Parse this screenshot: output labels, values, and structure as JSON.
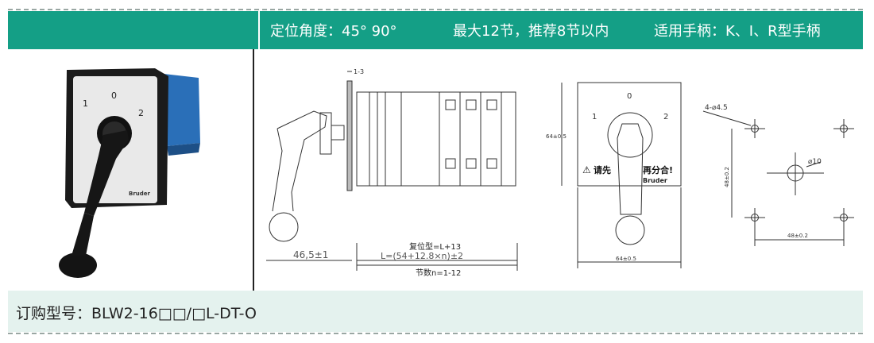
{
  "header": {
    "angle": "定位角度：45° 90°",
    "sections": "最大12节，推荐8节以内",
    "handles": "适用手柄：K、I、R型手柄"
  },
  "photo": {
    "dial": [
      "1",
      "0",
      "2"
    ],
    "brand": "Bruder"
  },
  "side_view": {
    "gap": "1-3",
    "handle_offset": "46,5±1",
    "reset_type": "复位型=L+13",
    "length_formula": "L=(54+12.8×n)±2",
    "sections": "节数n=1-12"
  },
  "front_view": {
    "height": "64±0.5",
    "width": "64±0.5",
    "dial": [
      "0",
      "1",
      "2"
    ],
    "warning": "请先",
    "warning_tail": "再分合!",
    "brand": "Bruder"
  },
  "mounting": {
    "holes": "4-⌀4.5",
    "center_hole": "⌀10",
    "vertical_spacing": "48±0.2",
    "horizontal_spacing": "48±0.2"
  },
  "footer": {
    "order_code": "订购型号：BLW2-16□□/□L-DT-O"
  },
  "colors": {
    "header_bg": "#149f86",
    "footer_bg": "#e4f2ee",
    "accent_blue": "#2a6fb8"
  }
}
